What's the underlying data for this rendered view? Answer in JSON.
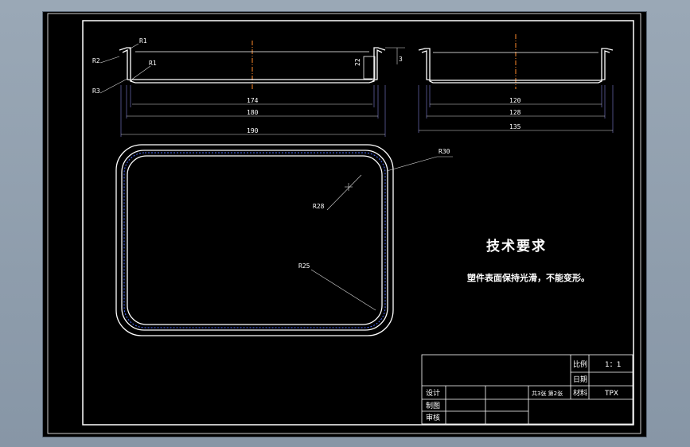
{
  "section_view": {
    "radius_labels": [
      "R1",
      "R2",
      "R1",
      "R3"
    ],
    "dims": {
      "inner": "174",
      "mid": "180",
      "outer": "190",
      "height": "22",
      "flange": "3"
    }
  },
  "side_view": {
    "dims": {
      "inner": "120",
      "mid": "128",
      "outer": "135"
    }
  },
  "top_view": {
    "radius_labels": [
      "R30",
      "R28",
      "R25"
    ]
  },
  "requirements": {
    "title": "技术要求",
    "body": "塑件表面保持光滑，不能变形。"
  },
  "title_block": {
    "scale_label": "比例",
    "scale_value": "1：1",
    "date_label": "日期",
    "design_label": "设计",
    "drafting_label": "制图",
    "review_label": "审核",
    "sheet_info": "共3张 第2张",
    "material_label": "材料",
    "material_value": "TPX"
  },
  "colors": {
    "background": "#000000",
    "line": "#ffffff",
    "centerline": "#ff8a2a",
    "hidden": "#4a6cff"
  }
}
